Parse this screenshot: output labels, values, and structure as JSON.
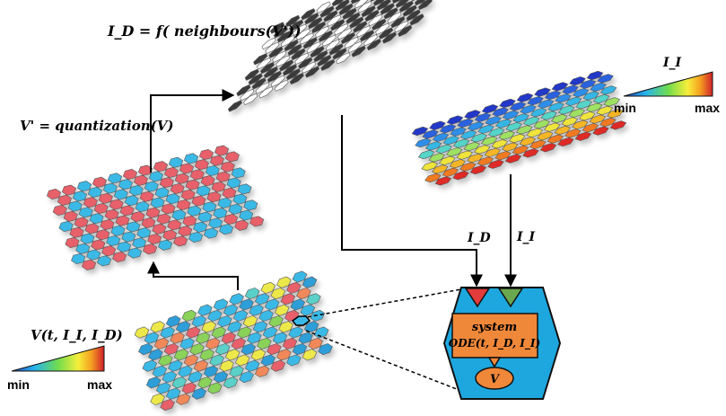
{
  "labels": {
    "top_equation": "I_D = f( neighbours(V'))",
    "quantization_equation": "V' = quantization(V)",
    "v_label": "V(t, I_I, I_D)",
    "arrow_id_label": "I_D",
    "arrow_ii_label": "I_I",
    "ii_scale_title": "I_I"
  },
  "v_scale": {
    "min_label": "min",
    "max_label": "max"
  },
  "ii_scale": {
    "min_label": "min",
    "max_label": "max"
  },
  "node": {
    "line1": "system",
    "line2": "ODE(t, I_D, I_I)",
    "output": "V"
  },
  "colors": {
    "red": "#e8606a",
    "cyan": "#3ab9e6",
    "black": "#3a3a3a",
    "white": "#ffffff",
    "node_blue": "#1ea7df",
    "node_orange": "#f0883a",
    "input_red": "#e23b3b",
    "input_green": "#6aa84f"
  },
  "scale_colors": [
    "#2146c4",
    "#28b4ec",
    "#6fdc4e",
    "#f6ee3a",
    "#f5a020",
    "#d01f2a"
  ]
}
